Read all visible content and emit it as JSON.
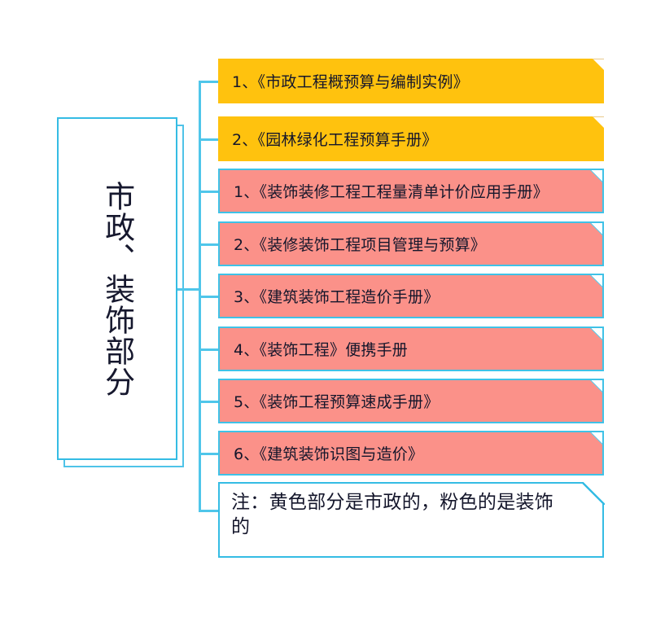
{
  "diagram": {
    "root": {
      "label": "市政、装饰部分"
    },
    "colors": {
      "yellow": "#FFC20E",
      "pink": "#FB9189",
      "border_cyan": "#35BCE4",
      "connector_cyan": "#4FC6EA",
      "text": "#14162b",
      "background": "#FFFFFF"
    },
    "items": [
      {
        "text": "1、《市政工程概预算与编制实例》",
        "color": "yellow"
      },
      {
        "text": "2、《园林绿化工程预算手册》",
        "color": "yellow"
      },
      {
        "text": "1、《装饰装修工程工程量清单计价应用手册》",
        "color": "pink"
      },
      {
        "text": "2、《装修装饰工程项目管理与预算》",
        "color": "pink"
      },
      {
        "text": "3、《建筑装饰工程造价手册》",
        "color": "pink"
      },
      {
        "text": "4、《装饰工程》便携手册",
        "color": "pink"
      },
      {
        "text": "5、《装饰工程预算速成手册》",
        "color": "pink"
      },
      {
        "text": "6、《建筑装饰识图与造价》",
        "color": "pink"
      }
    ],
    "note": {
      "text": "注：黄色部分是市政的，粉色的是装饰的"
    }
  }
}
